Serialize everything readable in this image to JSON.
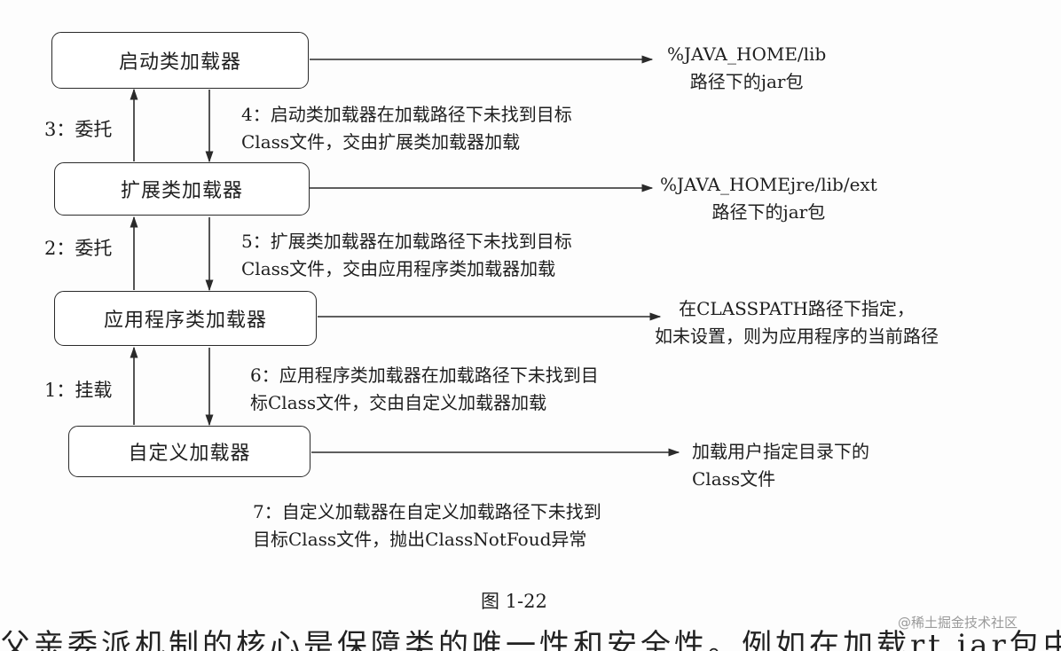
{
  "boxes": {
    "bootstrap": "启动类加载器",
    "extension": "扩展类加载器",
    "application": "应用程序类加载器",
    "custom": "自定义加载器"
  },
  "left_labels": {
    "delegate_3": "3：委托",
    "delegate_2": "2：委托",
    "mount_1": "1：挂载"
  },
  "middle_notes": {
    "step4": [
      "4：启动类加载器在加载路径下未找到目标",
      "Class文件，交由扩展类加载器加载"
    ],
    "step5": [
      "5：扩展类加载器在加载路径下未找到目标",
      "Class文件，交由应用程序类加载器加载"
    ],
    "step6": [
      "6：应用程序类加载器在加载路径下未找到目",
      "标Class文件，交由自定义加载器加载"
    ],
    "step7": [
      "7：自定义加载器在自定义加载路径下未找到",
      "目标Class文件，抛出ClassNotFoud异常"
    ]
  },
  "right_notes": {
    "bootstrap_path": [
      "%JAVA_HOME/lib",
      "路径下的jar包"
    ],
    "extension_path": [
      "%JAVA_HOMEjre/lib/ext",
      "路径下的jar包"
    ],
    "application_path": [
      "在CLASSPATH路径下指定，",
      "如未设置，则为应用程序的当前路径"
    ],
    "custom_path": [
      "加载用户指定目录下的",
      "Class文件"
    ]
  },
  "caption": "图 1-22",
  "watermark": "@稀土掘金技术社区",
  "bottom_partial_text": "父亲委派机制的核心是保障类的唯一性和安全性。例如在加载rt.jar包中"
}
